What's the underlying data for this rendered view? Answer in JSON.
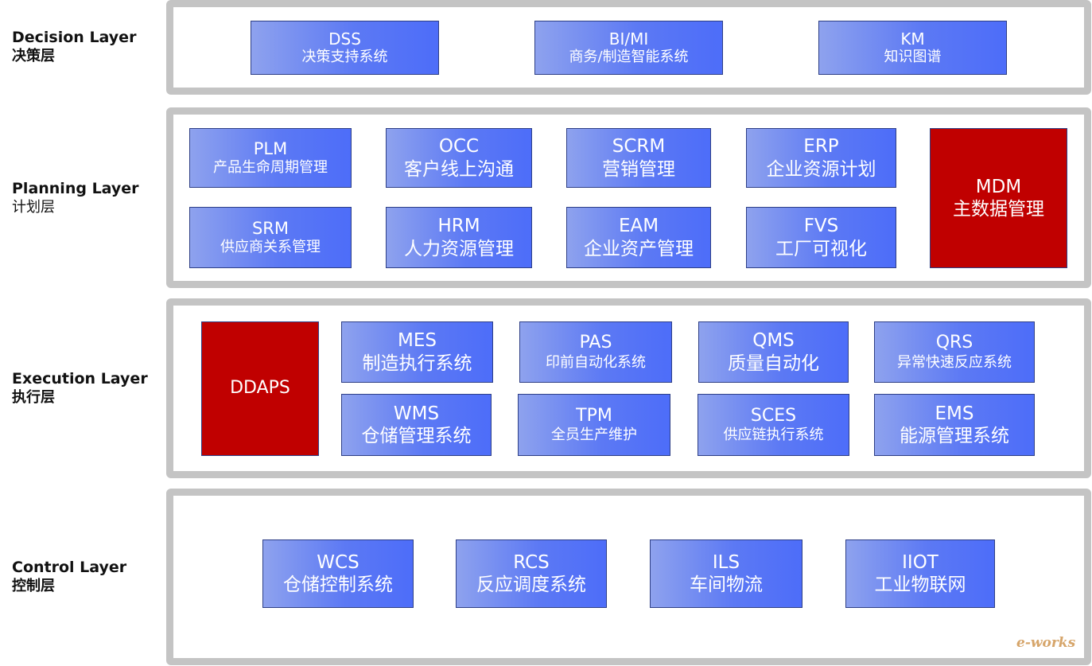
{
  "layers": {
    "decision": {
      "label_en": "Decision Layer",
      "label_zh": "决策层",
      "boxes": [
        {
          "code": "DSS",
          "name": "决策支持系统"
        },
        {
          "code": "BI/MI",
          "name": "商务/制造智能系统"
        },
        {
          "code": "KM",
          "name": "知识图谱"
        }
      ]
    },
    "planning": {
      "label_en": "Planning Layer",
      "label_zh": "计划层",
      "boxes": [
        {
          "code": "PLM",
          "name": "产品生命周期管理"
        },
        {
          "code": "OCC",
          "name": "客户线上沟通"
        },
        {
          "code": "SCRM",
          "name": "营销管理"
        },
        {
          "code": "ERP",
          "name": "企业资源计划"
        },
        {
          "code": "SRM",
          "name": "供应商关系管理"
        },
        {
          "code": "HRM",
          "name": "人力资源管理"
        },
        {
          "code": "EAM",
          "name": "企业资产管理"
        },
        {
          "code": "FVS",
          "name": "工厂可视化"
        },
        {
          "code": "MDM",
          "name": "主数据管理"
        }
      ]
    },
    "execution": {
      "label_en": "Execution Layer",
      "label_zh": "执行层",
      "boxes": [
        {
          "code": "DDAPS"
        },
        {
          "code": "MES",
          "name": "制造执行系统"
        },
        {
          "code": "PAS",
          "name": "印前自动化系统"
        },
        {
          "code": "QMS",
          "name": "质量自动化"
        },
        {
          "code": "QRS",
          "name": "异常快速反应系统"
        },
        {
          "code": "WMS",
          "name": "仓储管理系统"
        },
        {
          "code": "TPM",
          "name": "全员生产维护"
        },
        {
          "code": "SCES",
          "name": "供应链执行系统"
        },
        {
          "code": "EMS",
          "name": "能源管理系统"
        }
      ]
    },
    "control": {
      "label_en": "Control Layer",
      "label_zh": "控制层",
      "boxes": [
        {
          "code": "WCS",
          "name": "仓储控制系统"
        },
        {
          "code": "RCS",
          "name": "反应调度系统"
        },
        {
          "code": "ILS",
          "name": "车间物流"
        },
        {
          "code": "IIOT",
          "name": "工业物联网"
        }
      ]
    }
  },
  "colors": {
    "box_blue": "#5c79f4",
    "box_red": "#c00000",
    "panel_border": "#c4c4c4",
    "box_border": "#2e3f86"
  },
  "watermark": "e-works"
}
